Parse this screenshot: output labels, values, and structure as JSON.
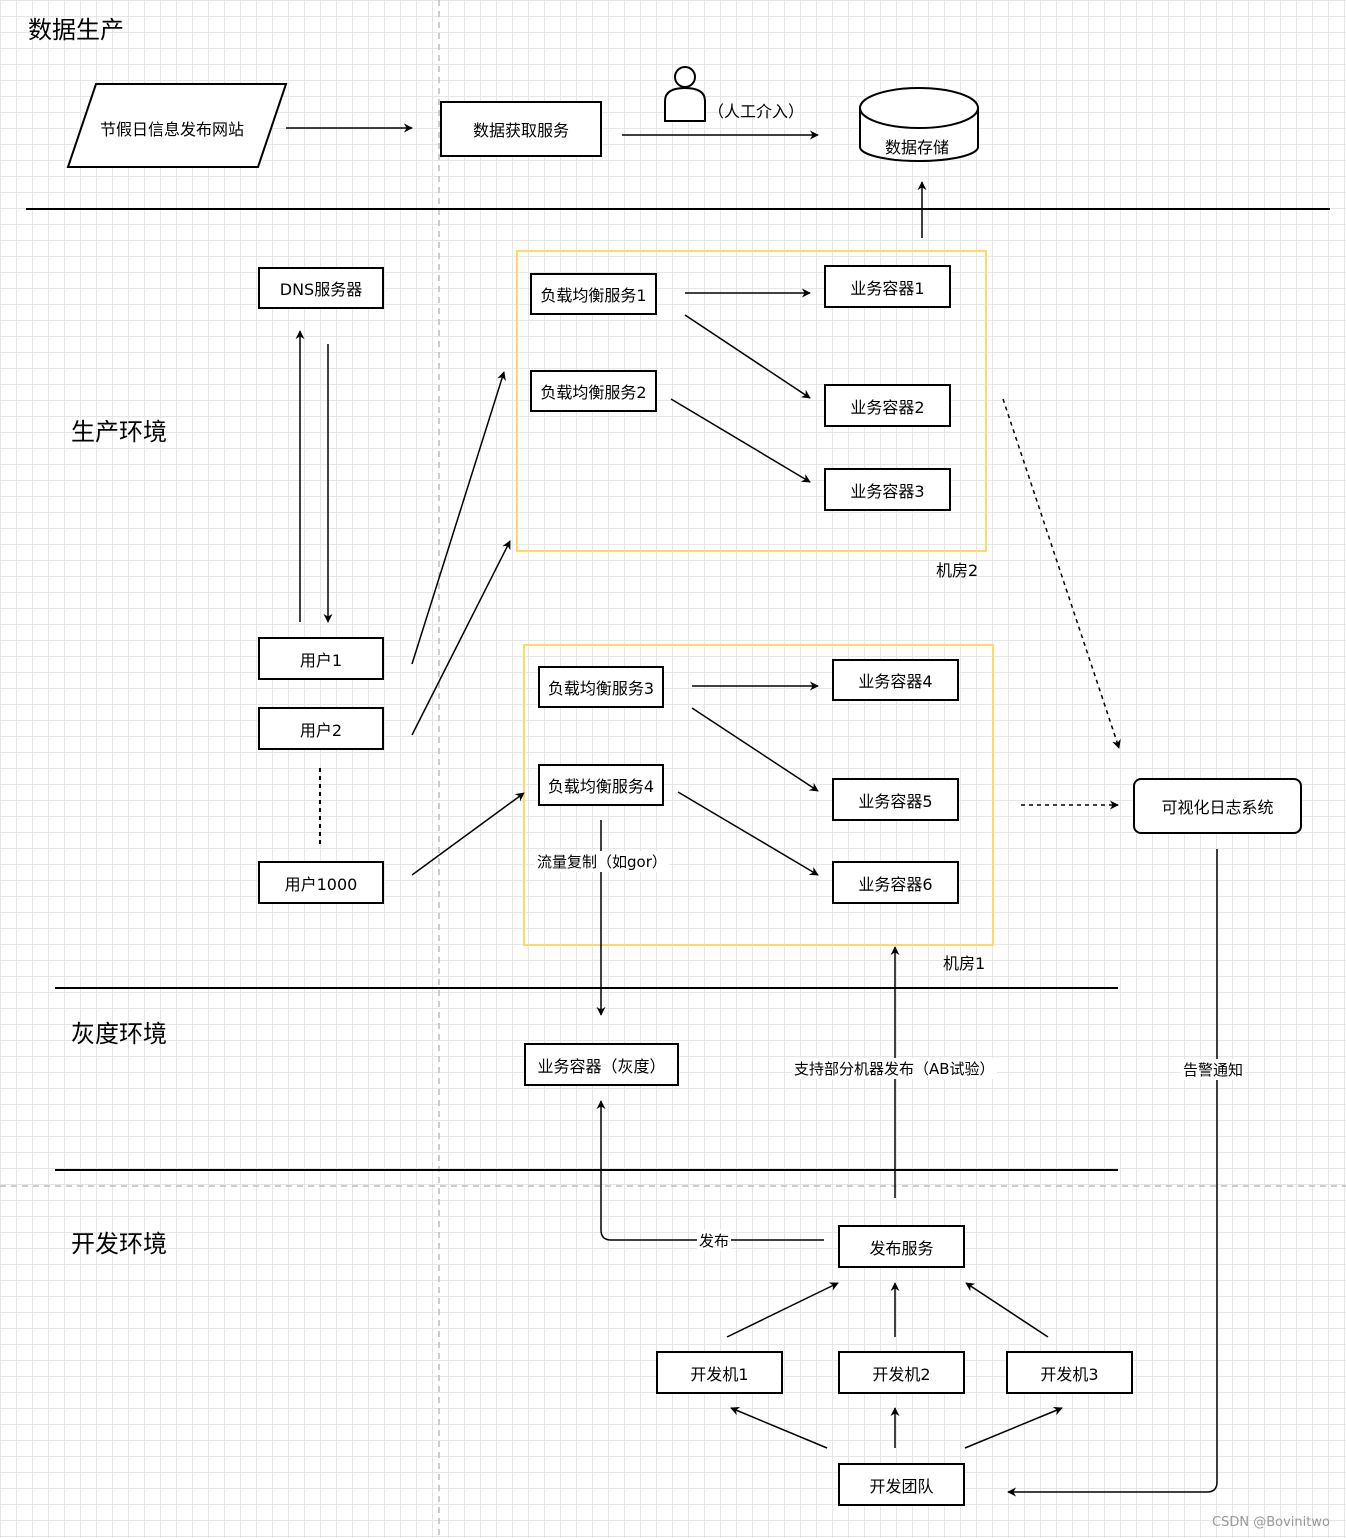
{
  "sections": {
    "data_production": "数据生产",
    "production": "生产环境",
    "gray": "灰度环境",
    "development": "开发环境"
  },
  "top": {
    "holiday_site": "节假日信息发布网站",
    "fetch_service": "数据获取服务",
    "manual": "（人工介入）",
    "storage": "数据存储"
  },
  "prod": {
    "dns": "DNS服务器",
    "users": [
      "用户1",
      "用户2",
      "用户1000"
    ],
    "room2": {
      "name": "机房2",
      "lbs": [
        "负载均衡服务1",
        "负载均衡服务2"
      ],
      "containers": [
        "业务容器1",
        "业务容器2",
        "业务容器3"
      ]
    },
    "room1": {
      "name": "机房1",
      "lbs": [
        "负载均衡服务3",
        "负载均衡服务4"
      ],
      "containers": [
        "业务容器4",
        "业务容器5",
        "业务容器6"
      ]
    },
    "traffic_copy": "流量复制（如gor）",
    "log_system": "可视化日志系统"
  },
  "gray": {
    "container": "业务容器（灰度）"
  },
  "dev": {
    "ab_release": "支持部分机器发布（AB试验）",
    "alert": "告警通知",
    "publish_label": "发布",
    "publish_service": "发布服务",
    "machines": [
      "开发机1",
      "开发机2",
      "开发机3"
    ],
    "team": "开发团队"
  },
  "colors": {
    "room_border": "#ffd966",
    "line": "#000000",
    "grid": "#e6e6e6",
    "divider_dashed": "#bbbbbb"
  },
  "watermark": "CSDN @Bovinitwo"
}
